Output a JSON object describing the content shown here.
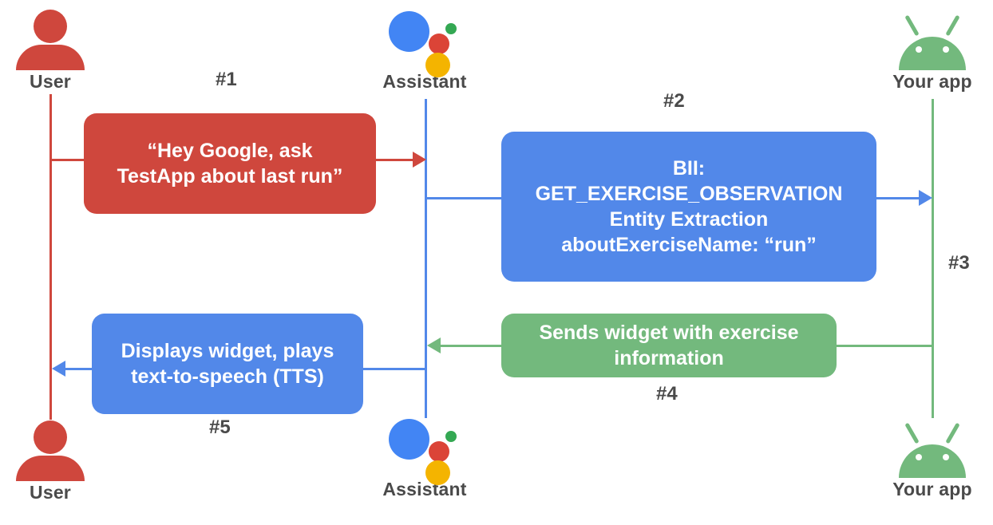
{
  "diagram": {
    "title": "Google Assistant App Action sequence",
    "colors": {
      "red": "#cf473d",
      "blue": "#5288e9",
      "green": "#73b97d",
      "label_gray": "#4a4a4a",
      "assistant_blue": "#4285f4",
      "assistant_red": "#db4437",
      "assistant_green": "#34a853",
      "assistant_yellow": "#f4b400"
    }
  },
  "actors": {
    "user_top": {
      "label": "User"
    },
    "assistant_top": {
      "label": "Assistant"
    },
    "app_top": {
      "label": "Your app"
    },
    "user_bottom": {
      "label": "User"
    },
    "assistant_bottom": {
      "label": "Assistant"
    },
    "app_bottom": {
      "label": "Your app"
    }
  },
  "messages": [
    {
      "id": "1",
      "step": "#1",
      "color": "#cf473d",
      "lines": [
        "“Hey Google, ask",
        "TestApp about last run”"
      ],
      "from": "User",
      "to": "Assistant"
    },
    {
      "id": "2",
      "step": "#2",
      "color": "#5288e9",
      "lines": [
        "BII:",
        "GET_EXERCISE_OBSERVATION",
        "Entity Extraction",
        "aboutExerciseName: “run”"
      ],
      "from": "Assistant",
      "to": "Your app"
    },
    {
      "id": "3",
      "step": "#3",
      "color": "#5288e9",
      "lines": [],
      "from": "Assistant",
      "to": "Your app"
    },
    {
      "id": "4",
      "step": "#4",
      "color": "#73b97d",
      "lines": [
        "Sends widget with exercise",
        "information"
      ],
      "from": "Your app",
      "to": "Assistant"
    },
    {
      "id": "5",
      "step": "#5",
      "color": "#5288e9",
      "lines": [
        "Displays widget, plays",
        "text-to-speech (TTS)"
      ],
      "from": "Assistant",
      "to": "User"
    }
  ],
  "step_labels": {
    "s1": "#1",
    "s2": "#2",
    "s3": "#3",
    "s4": "#4",
    "s5": "#5"
  },
  "box_text": {
    "box1_line1": "“Hey Google, ask",
    "box1_line2": "TestApp about last run”",
    "box2_line1": "BII:",
    "box2_line2": "GET_EXERCISE_OBSERVATION",
    "box2_line3": "Entity Extraction",
    "box2_line4": "aboutExerciseName: “run”",
    "box4_line1": "Sends widget with exercise",
    "box4_line2": "information",
    "box5_line1": "Displays widget, plays",
    "box5_line2": "text-to-speech (TTS)"
  }
}
